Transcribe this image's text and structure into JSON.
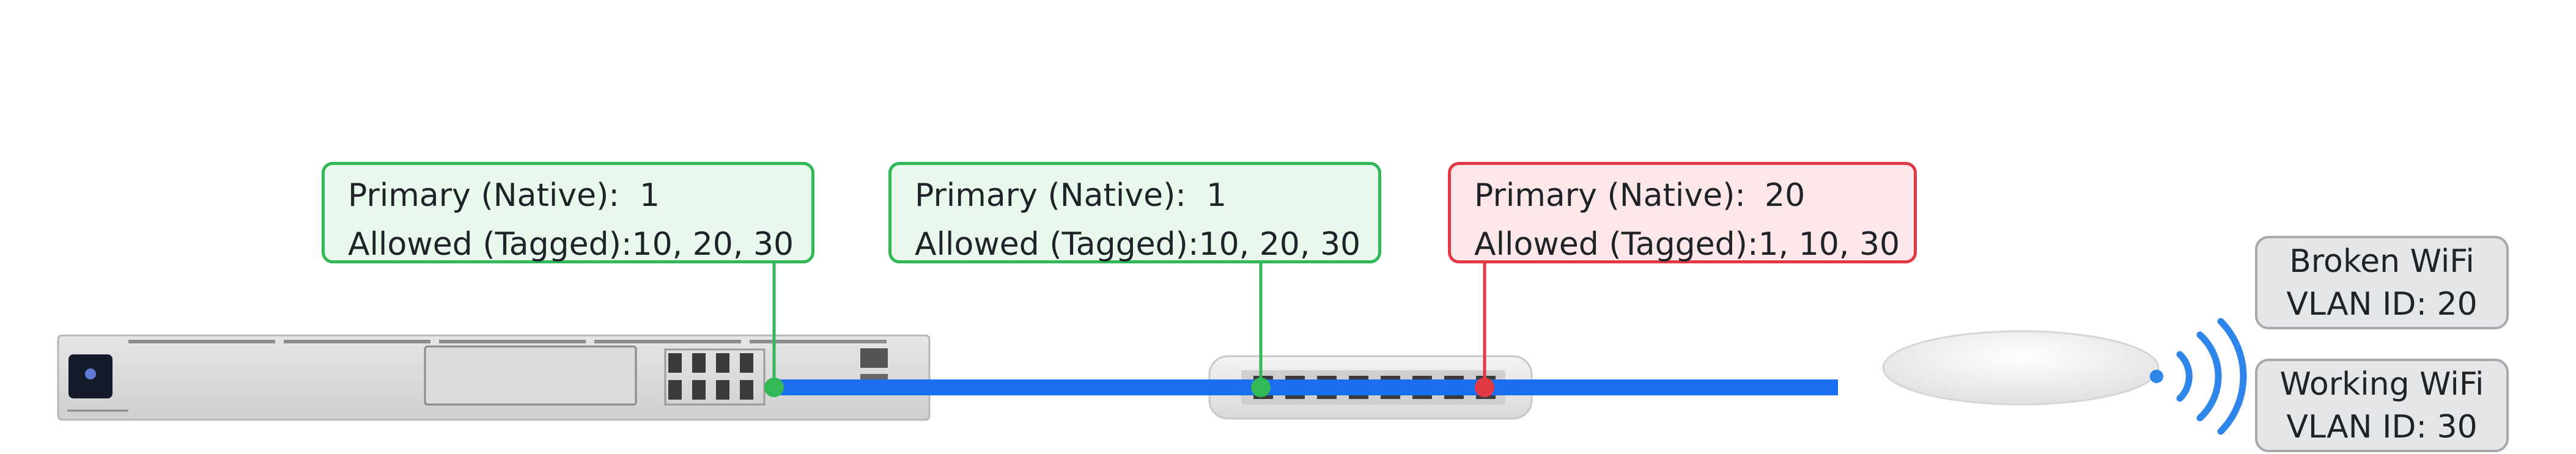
{
  "callouts": [
    {
      "primary_label": "Primary (Native):",
      "primary_value": "1",
      "allowed_label": "Allowed (Tagged):",
      "allowed_value": "10, 20, 30"
    },
    {
      "primary_label": "Primary (Native):",
      "primary_value": "1",
      "allowed_label": "Allowed (Tagged):",
      "allowed_value": "10, 20, 30"
    },
    {
      "primary_label": "Primary (Native):",
      "primary_value": "20",
      "allowed_label": "Allowed (Tagged):",
      "allowed_value": "1, 10, 30"
    }
  ],
  "wifi": [
    {
      "name": "Broken WiFi",
      "vlan": "VLAN ID: 20"
    },
    {
      "name": "Working WiFi",
      "vlan": "VLAN ID: 30"
    }
  ],
  "colors": {
    "ok": "#31b957",
    "bad": "#e23a45",
    "link": "#1a6ef0",
    "wifi_waves": "#2e86ea"
  },
  "icons": {
    "gateway": "rack-router-icon",
    "switch": "desktop-switch-icon",
    "access_point": "ceiling-access-point-icon",
    "signal": "wifi-signal-icon"
  }
}
